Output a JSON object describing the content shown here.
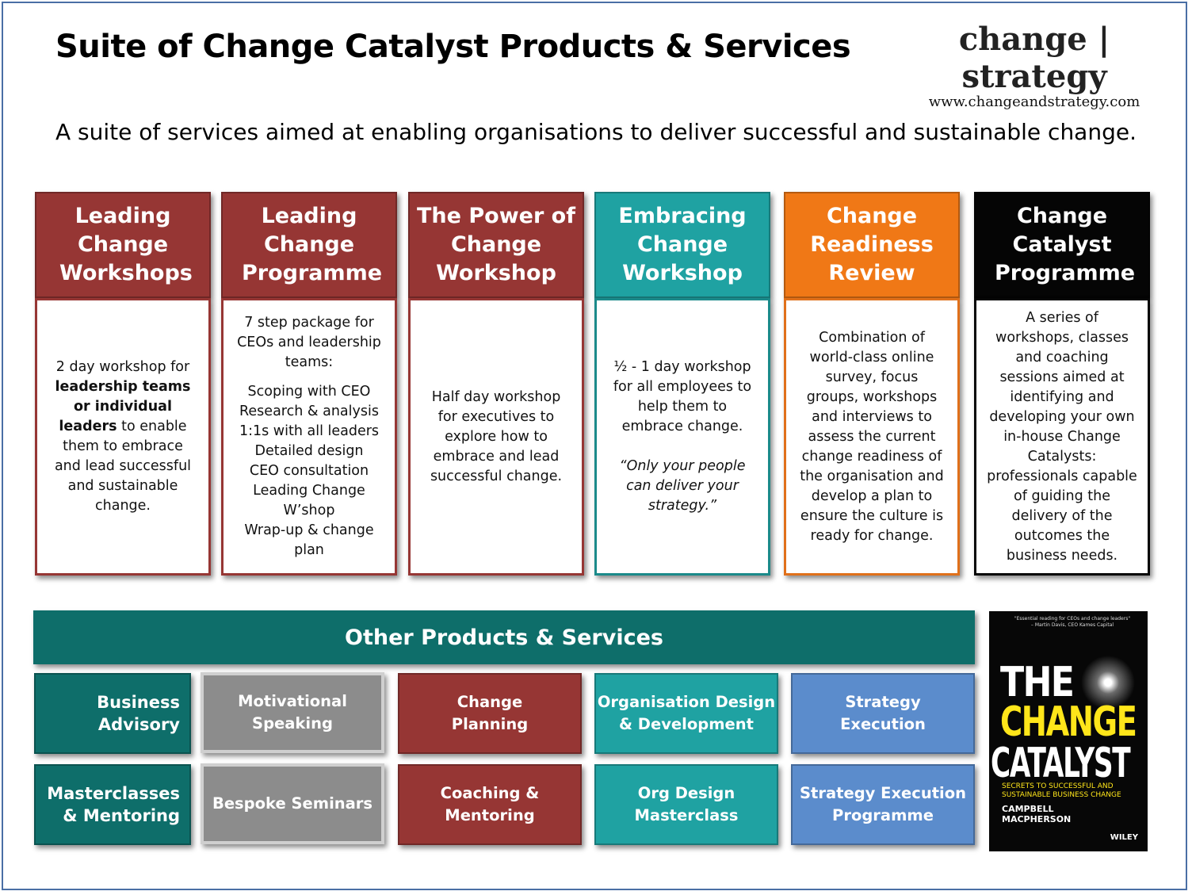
{
  "header": {
    "title": "Suite of Change Catalyst Products & Services",
    "logo_text": "change | strategy",
    "logo_url": "www.changeandstrategy.com",
    "subtitle": "A suite of services aimed at enabling organisations to deliver successful and sustainable change."
  },
  "columns": [
    {
      "heading": "Leading Change Workshops",
      "color": "#963634",
      "body_html": "2 day workshop for <b>leadership teams or individual leaders</b> to enable them to embrace and lead successful and sustainable change."
    },
    {
      "heading": "Leading Change Programme",
      "color": "#963634",
      "intro": "7 step package for CEOs and leadership teams:",
      "steps": [
        "Scoping with CEO",
        "Research & analysis",
        "1:1s with all leaders",
        "Detailed design",
        "CEO consultation",
        "Leading Change W’shop",
        "Wrap-up & change plan"
      ]
    },
    {
      "heading": "The Power of Change Workshop",
      "color": "#963634",
      "body": "Half day workshop for executives to explore how to embrace and lead successful change."
    },
    {
      "heading": "Embracing Change Workshop",
      "color": "#1fa2a2",
      "body": "½ - 1 day workshop for all employees to help them to embrace change.",
      "quote": "“Only your people can deliver your strategy.”"
    },
    {
      "heading": "Change Readiness Review",
      "color": "#f07816",
      "body": "Combination of world-class online survey, focus groups, workshops and interviews to assess the current change readiness of the organisation and develop a plan to ensure the culture is ready for change."
    },
    {
      "heading": "Change Catalyst Programme",
      "color": "#050505",
      "body": "A series of workshops, classes and coaching sessions aimed at identifying and developing your own in-house Change Catalysts: professionals capable of guiding the delivery of the outcomes the business needs."
    }
  ],
  "other": {
    "heading": "Other Products & Services",
    "tiles": [
      {
        "label": "Business\nAdvisory",
        "color": "#0e6e6a"
      },
      {
        "label": "Motivational\nSpeaking",
        "color": "#8c8c8c"
      },
      {
        "label": "Change\nPlanning",
        "color": "#963634"
      },
      {
        "label": "Organisation Design\n& Development",
        "color": "#1fa2a2"
      },
      {
        "label": "Strategy\nExecution",
        "color": "#5b8ccc"
      },
      {
        "label": "Masterclasses\n& Mentoring",
        "color": "#0e6e6a"
      },
      {
        "label": "Bespoke Seminars",
        "color": "#8c8c8c"
      },
      {
        "label": "Coaching &\nMentoring",
        "color": "#963634"
      },
      {
        "label": "Org Design\nMasterclass",
        "color": "#1fa2a2"
      },
      {
        "label": "Strategy Execution\nProgramme",
        "color": "#5b8ccc"
      }
    ]
  },
  "book": {
    "quote": "\"Essential reading for CEOs and change leaders\" – Martin Davis, CEO Kames Capital",
    "title_1": "THE",
    "title_2": "CHANGE",
    "title_3": "CATALYST",
    "subtitle": "SECRETS TO SUCCESSFUL AND SUSTAINABLE BUSINESS CHANGE",
    "author": "CAMPBELL MACPHERSON",
    "publisher": "WILEY"
  }
}
